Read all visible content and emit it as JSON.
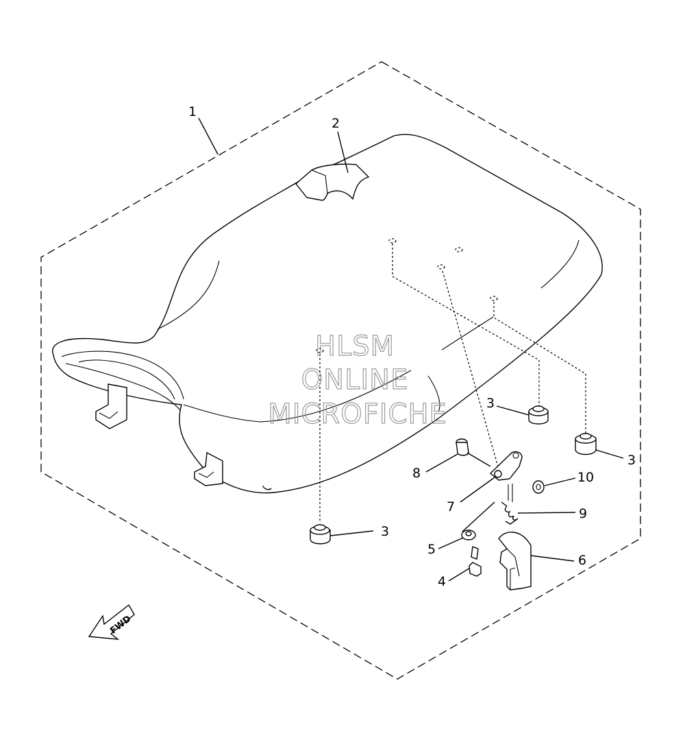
{
  "watermark": {
    "line1": "HLSM",
    "line2": "ONLINE",
    "line3": "MICROFICHE"
  },
  "fwd_label": "FWD",
  "callouts": [
    {
      "id": "c1",
      "num": "1"
    },
    {
      "id": "c2",
      "num": "2"
    },
    {
      "id": "c3a",
      "num": "3"
    },
    {
      "id": "c3b",
      "num": "3"
    },
    {
      "id": "c3c",
      "num": "3"
    },
    {
      "id": "c4",
      "num": "4"
    },
    {
      "id": "c5",
      "num": "5"
    },
    {
      "id": "c6",
      "num": "6"
    },
    {
      "id": "c7",
      "num": "7"
    },
    {
      "id": "c8",
      "num": "8"
    },
    {
      "id": "c9",
      "num": "9"
    },
    {
      "id": "c10",
      "num": "10"
    }
  ]
}
